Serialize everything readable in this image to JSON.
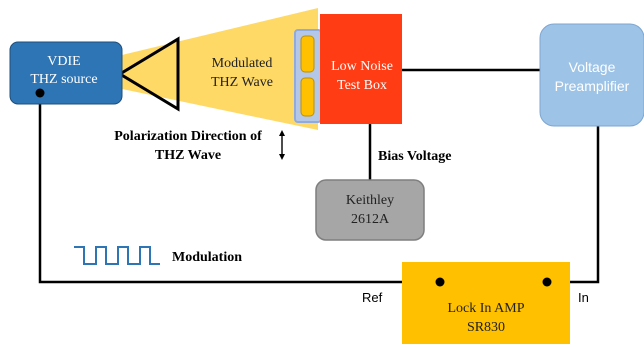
{
  "blocks": {
    "vdie_source": {
      "line1": "VDIE",
      "line2": "THZ source",
      "fill": "#2e75b6"
    },
    "horn_label": {
      "line1": "Modulated",
      "line2": "THZ Wave",
      "fill": "#ffd966"
    },
    "test_box": {
      "line1": "Low Noise",
      "line2": "Test Box",
      "fill": "#ff3c14"
    },
    "preamp": {
      "line1": "Voltage",
      "line2": "Preamplifier",
      "fill": "#9dc3e6"
    },
    "keithley": {
      "line1": "Keithley",
      "line2": "2612A",
      "fill": "#a6a6a6"
    },
    "lockin": {
      "line1": "Lock In AMP",
      "line2": "SR830",
      "fill": "#ffc000"
    }
  },
  "labels": {
    "polarization_line1": "Polarization Direction of",
    "polarization_line2": "THZ Wave",
    "bias_voltage": "Bias Voltage",
    "modulation": "Modulation",
    "ref": "Ref",
    "in": "In"
  },
  "colors": {
    "line": "#000000",
    "modulation_wave": "#2e75b6",
    "polarizer_fill": "#ffc000",
    "polarizer_frame": "#8faadc"
  }
}
